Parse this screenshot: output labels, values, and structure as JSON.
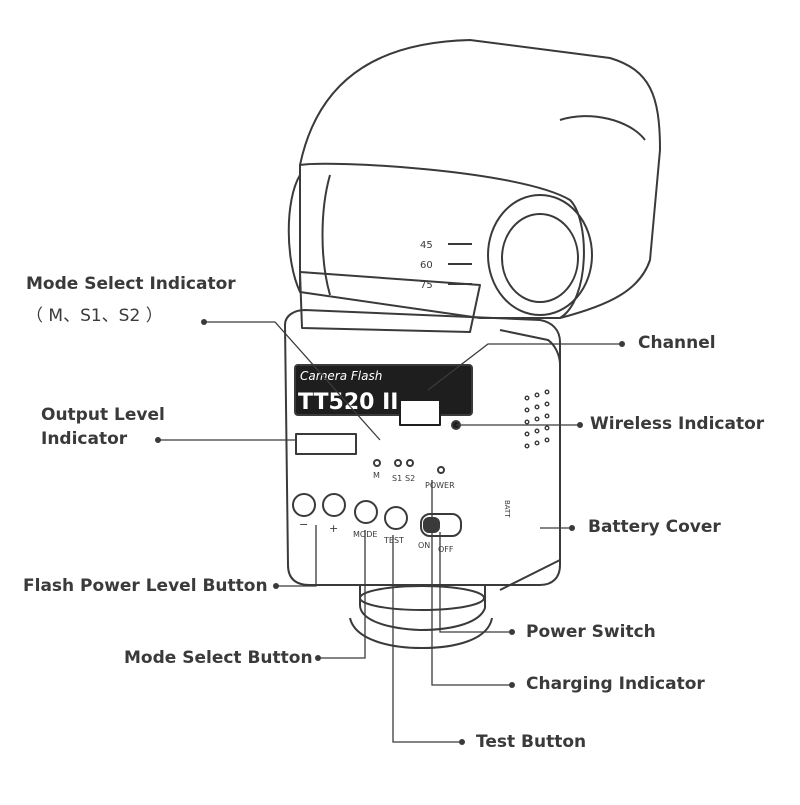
{
  "device": {
    "brand_text": "Camera Flash",
    "model_text": "TT520 II",
    "bounce_angles": [
      "45",
      "60",
      "75"
    ],
    "panel": {
      "mode_indicator_labels": [
        "M",
        "S1",
        "S2"
      ],
      "power_indicator_label": "POWER",
      "minus_label": "−",
      "plus_label": "+",
      "mode_button_label": "MODE",
      "test_button_label": "TEST",
      "switch_on_label": "ON",
      "switch_off_label": "OFF",
      "battery_label": "BATT"
    }
  },
  "callouts": {
    "mode_select_indicator": {
      "line1": "Mode Select Indicator",
      "line2": "（ M、S1、S2 ）"
    },
    "output_level_indicator": {
      "line1": "Output Level",
      "line2": "Indicator"
    },
    "flash_power_level_button": "Flash Power Level Button",
    "mode_select_button": "Mode Select Button",
    "channel": "Channel",
    "wireless_indicator": "Wireless Indicator",
    "battery_cover": "Battery Cover",
    "power_switch": "Power Switch",
    "charging_indicator": "Charging Indicator",
    "test_button": "Test Button"
  },
  "colors": {
    "line": "#3a3a3a",
    "text": "#3a3a3a",
    "screen": "#1e1e1e"
  }
}
